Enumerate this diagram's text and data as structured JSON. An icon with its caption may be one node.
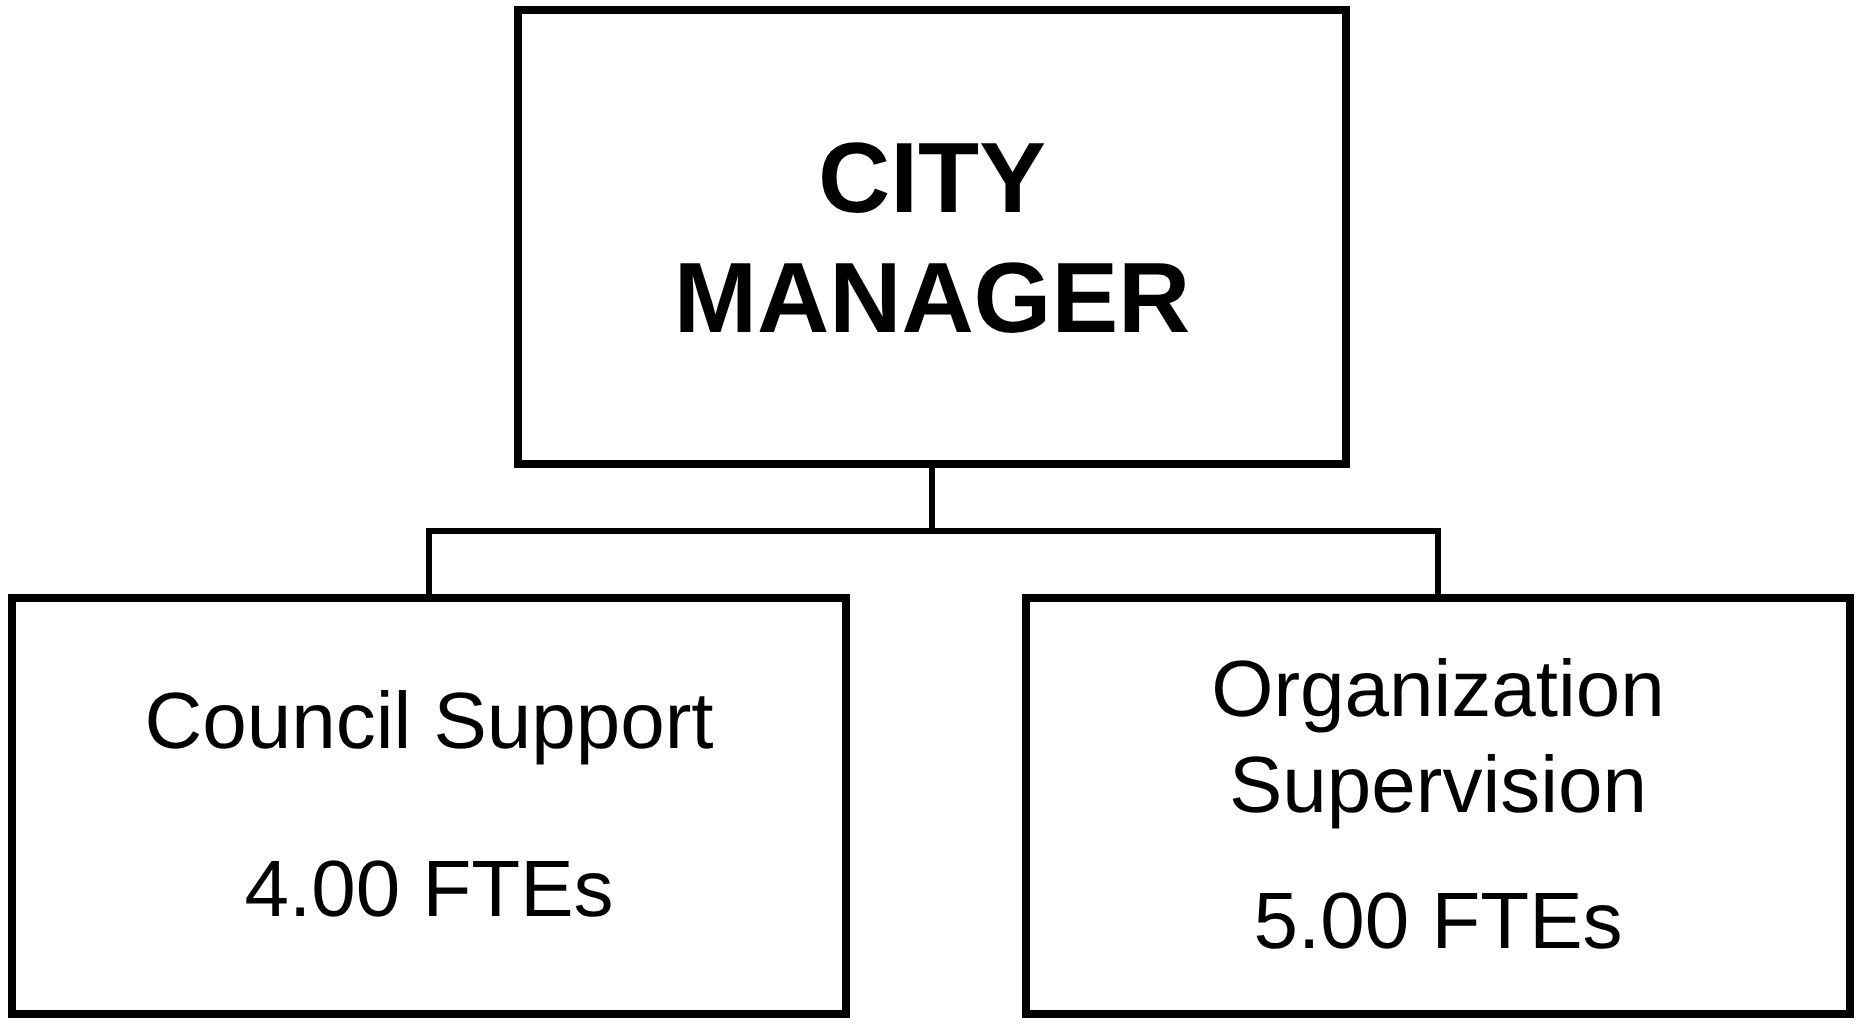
{
  "diagram": {
    "nodes": [
      {
        "text": [
          "CITY MANAGER"
        ]
      },
      {
        "text": [
          "Council Support",
          "4.00 FTEs"
        ]
      },
      {
        "text": [
          "Organization Supervision",
          "5.00 FTEs"
        ]
      }
    ],
    "edges": [
      {
        "from": 0,
        "to": 1,
        "arrow": "none"
      },
      {
        "from": 0,
        "to": 2,
        "arrow": "none"
      }
    ]
  }
}
